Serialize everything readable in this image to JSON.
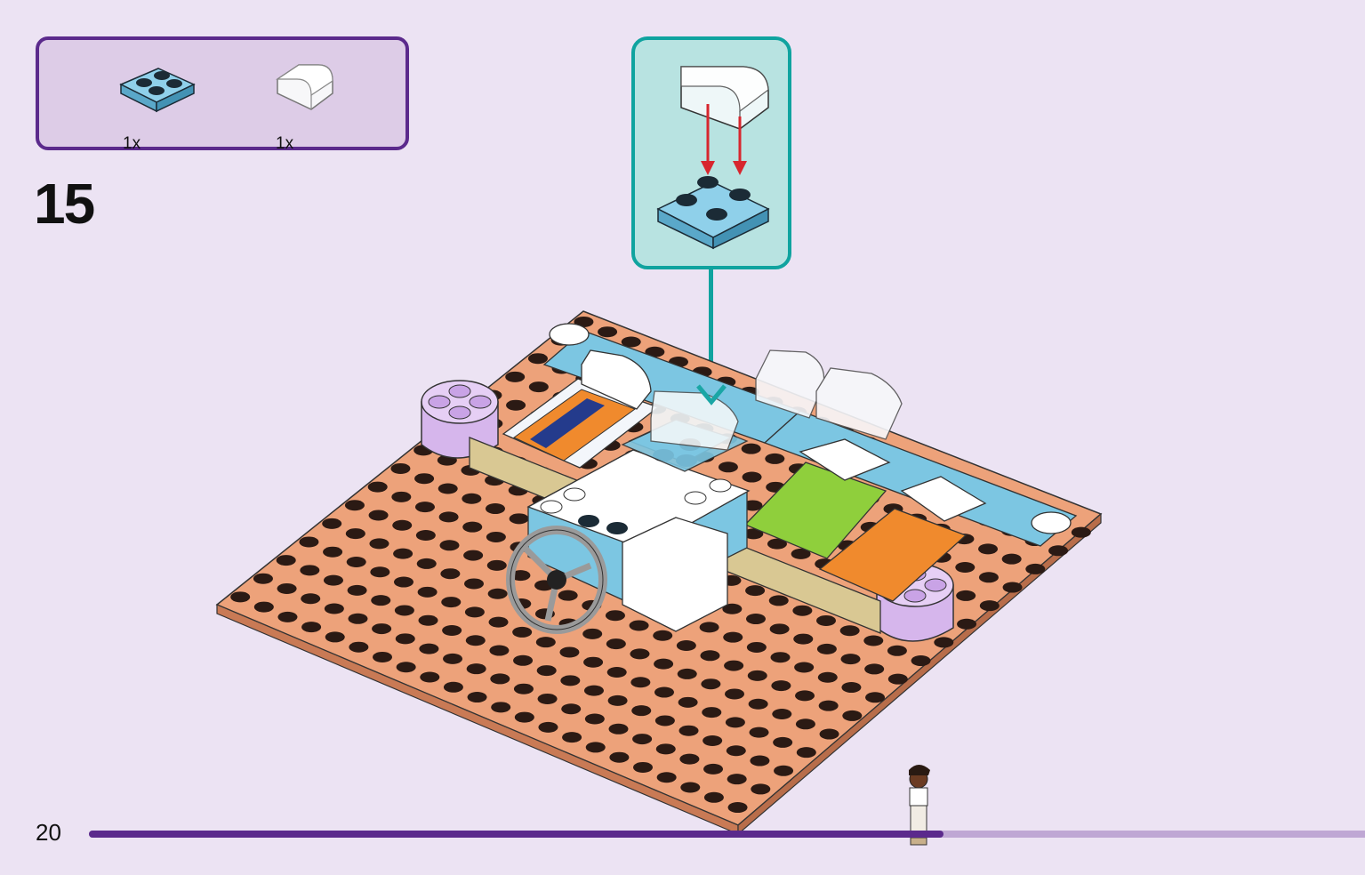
{
  "page": {
    "number": "20",
    "step": "15",
    "progress_fraction": 0.67
  },
  "parts": [
    {
      "name": "blue-2x2-plate",
      "qty": "1x"
    },
    {
      "name": "transparent-curved-slope",
      "qty": "1x"
    }
  ],
  "colors": {
    "background": "#ece3f3",
    "parts_border": "#5b2a8c",
    "callout_border": "#10a39f",
    "progress": "#5b2a8c",
    "baseplate": "#e99b72",
    "blue_brick": "#7cc6e2",
    "lavender_brick": "#d6b6ec"
  }
}
